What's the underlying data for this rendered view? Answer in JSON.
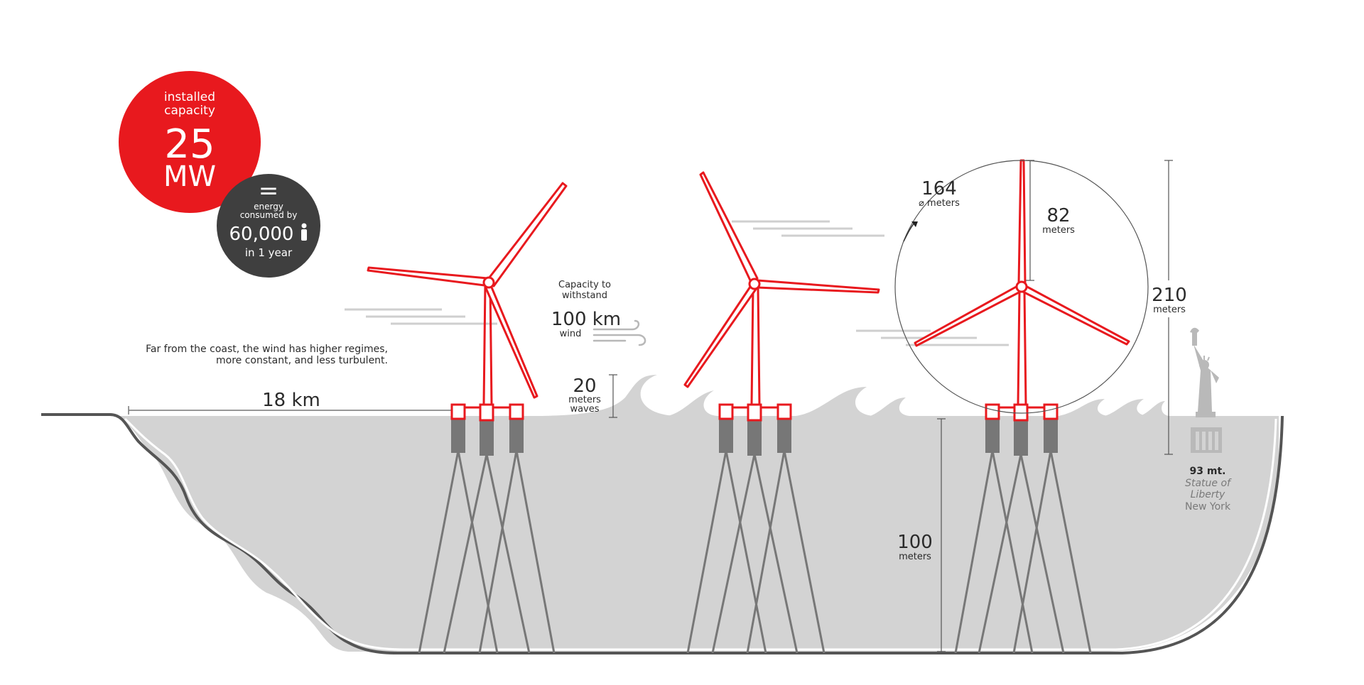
{
  "capacity": {
    "title_line1": "installed",
    "title_line2": "capacity",
    "value": "25",
    "unit": "MW"
  },
  "equivalence": {
    "equals": "=",
    "line1": "energy",
    "line2": "consumed by",
    "value": "60,000",
    "period": "in 1 year"
  },
  "coast_note": {
    "line1": "Far from the coast, the wind has higher regimes,",
    "line2": "more constant, and less turbulent."
  },
  "distance_label": "18 km",
  "wind": {
    "line1": "Capacity to",
    "line2": "withstand",
    "value": "100 km",
    "unit": "wind"
  },
  "waves": {
    "value": "20",
    "line1": "meters",
    "line2": "waves"
  },
  "rotor_diameter": {
    "value": "164",
    "unit": "⌀ meters"
  },
  "blade_length": {
    "value": "82",
    "unit": "meters"
  },
  "total_height": {
    "value": "210",
    "unit": "meters"
  },
  "depth": {
    "value": "100",
    "unit": "meters"
  },
  "statue": {
    "height": "93 mt.",
    "name_line1": "Statue of",
    "name_line2": "Liberty",
    "city": "New York"
  },
  "colors": {
    "accent_red": "#e8191e",
    "dark_gray": "#3f3f3f",
    "sea_gray": "#d3d3d3",
    "line_gray": "#777777"
  }
}
